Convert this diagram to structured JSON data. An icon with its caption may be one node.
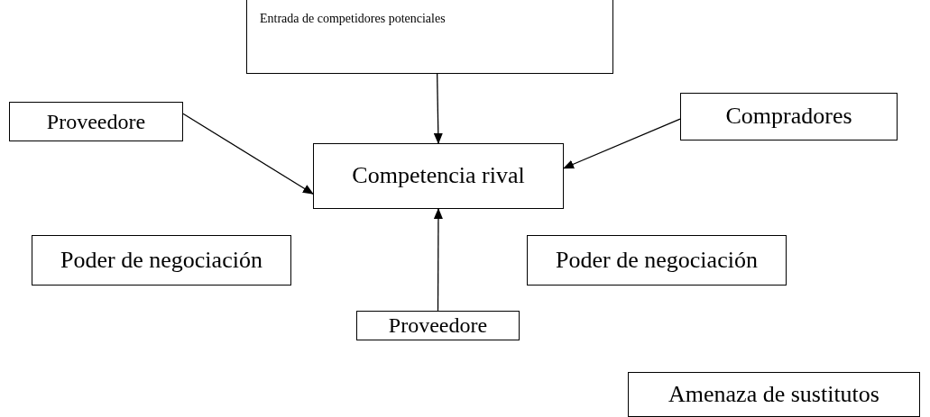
{
  "diagram": {
    "nodes": [
      {
        "text": [
          "Entrada de competidores potenciales"
        ]
      },
      {
        "text": [
          "Proveedore"
        ]
      },
      {
        "text": [
          "Competencia rival"
        ]
      },
      {
        "text": [
          "Compradores"
        ]
      },
      {
        "text": [
          "Poder de negociación"
        ]
      },
      {
        "text": [
          "Poder de negociación"
        ]
      },
      {
        "text": [
          "Proveedore"
        ]
      },
      {
        "text": [
          "Amenaza de sustitutos"
        ]
      }
    ],
    "edges": [
      {
        "from": 0,
        "to": 2,
        "arrow": "to"
      },
      {
        "from": 1,
        "to": 2,
        "arrow": "to"
      },
      {
        "from": 3,
        "to": 2,
        "arrow": "to"
      },
      {
        "from": 6,
        "to": 2,
        "arrow": "to"
      }
    ]
  }
}
